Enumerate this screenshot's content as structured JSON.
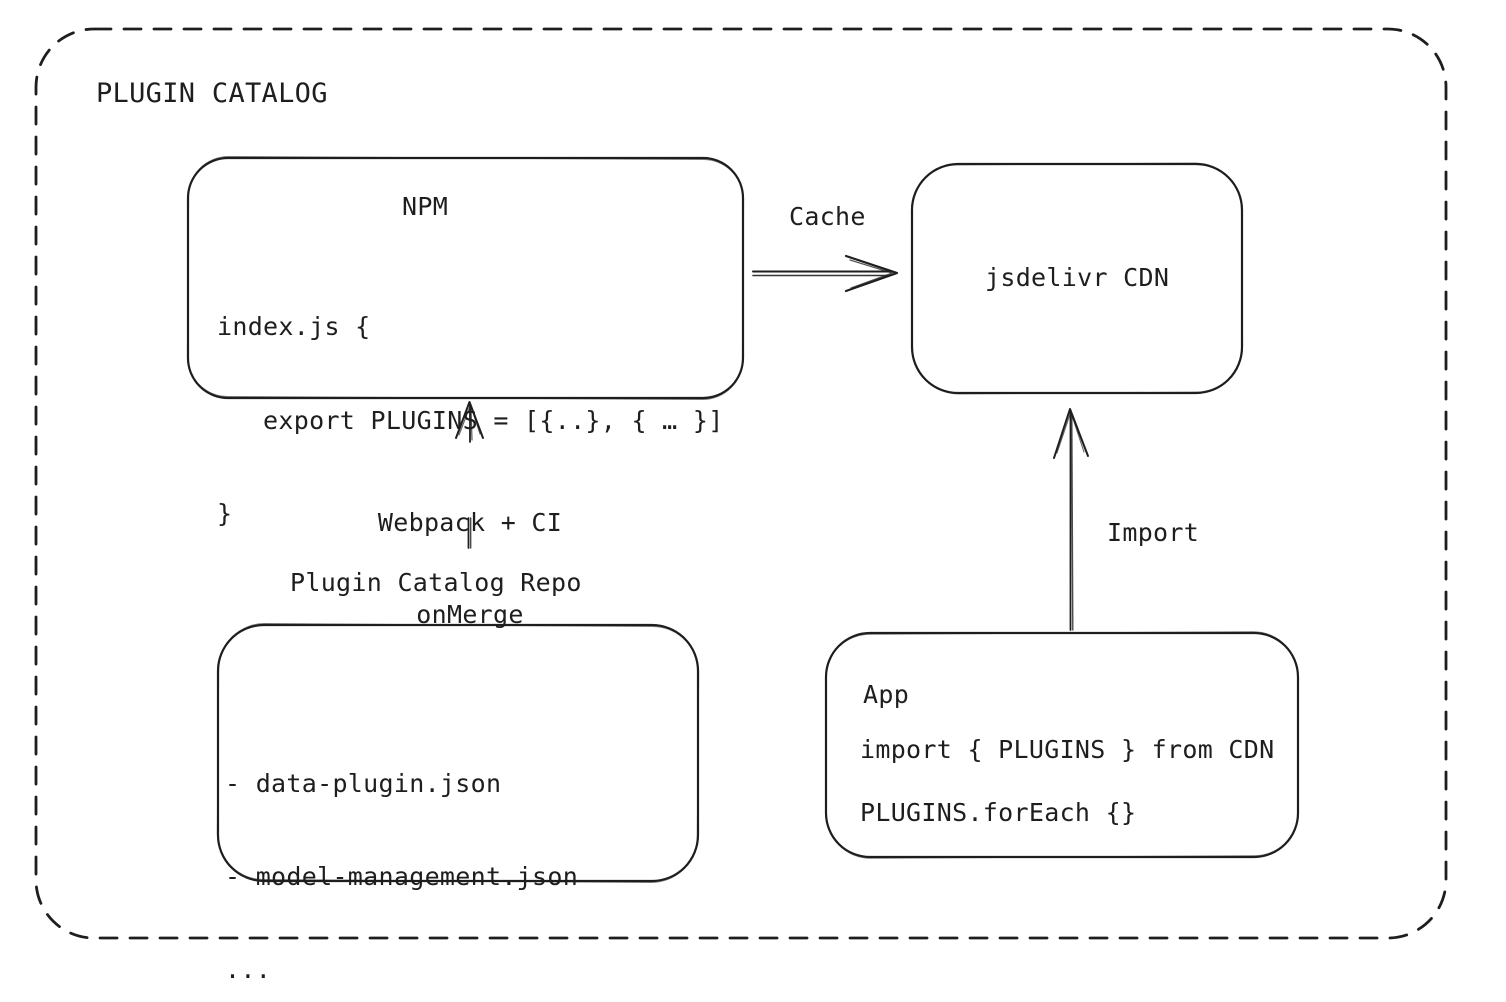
{
  "diagram": {
    "title": "PLUGIN CATALOG",
    "colors": {
      "stroke": "#1e1e1e",
      "background": "#ffffff"
    },
    "nodes": {
      "npm": {
        "title": "NPM",
        "code": [
          "index.js {",
          "   export PLUGINS = [{..}, { … }]",
          "}"
        ]
      },
      "cdn": {
        "label": "jsdelivr CDN"
      },
      "repo": {
        "label": "Plugin Catalog Repo",
        "files": [
          "- data-plugin.json",
          "- model-management.json",
          "..."
        ]
      },
      "app": {
        "title": "App",
        "code": [
          "import { PLUGINS } from CDN",
          "PLUGINS.forEach {}"
        ]
      }
    },
    "edges": {
      "cache": {
        "label": "Cache",
        "from": "NPM",
        "to": "jsdelivr CDN"
      },
      "build": {
        "label_lines": [
          "Webpack + CI",
          "onMerge"
        ],
        "from": "Plugin Catalog Repo",
        "to": "NPM"
      },
      "import": {
        "label": "Import",
        "from": "App",
        "to": "jsdelivr CDN"
      }
    }
  }
}
